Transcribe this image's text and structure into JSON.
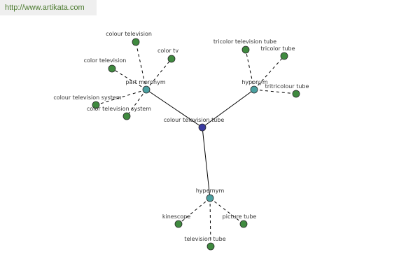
{
  "watermark": "http://www.artikata.com",
  "colors": {
    "center": "#3a3aa0",
    "relation": "#4aa0a0",
    "leaf": "#3f8a3f",
    "node_stroke": "#2a2a2a",
    "edge": "#000000"
  },
  "graph": {
    "center": {
      "label": "colour television tube"
    },
    "relations": [
      {
        "label": "part meronym",
        "children": [
          "colour television",
          "color tv",
          "color television",
          "colour television system",
          "color television system"
        ]
      },
      {
        "label": "hyponym",
        "children": [
          "tricolor television tube",
          "tricolor tube",
          "tritricolour tube"
        ]
      },
      {
        "label": "hypernym",
        "children": [
          "kinescope",
          "picture tube",
          "television tube"
        ]
      }
    ]
  }
}
